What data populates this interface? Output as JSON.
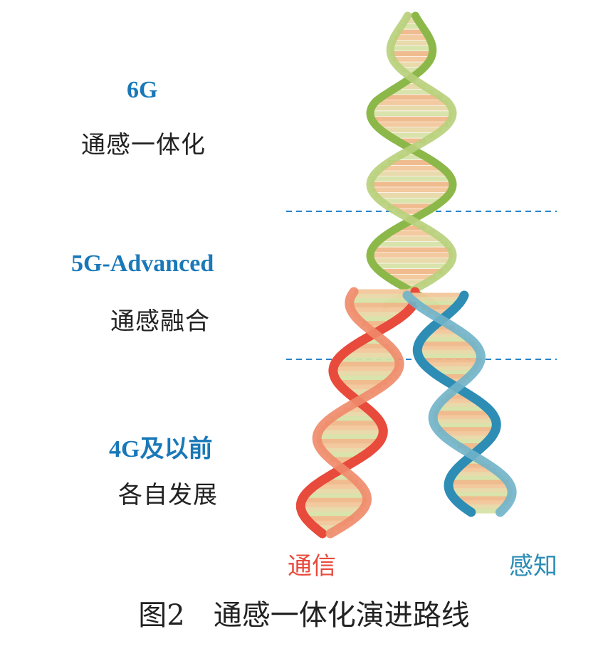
{
  "stages": {
    "g6": {
      "title": "6G",
      "subtitle": "通感一体化"
    },
    "g5a": {
      "title": "5G-Advanced",
      "subtitle": "通感融合"
    },
    "g4": {
      "title": "4G及以前",
      "subtitle": "各自发展"
    }
  },
  "strands": {
    "communication": {
      "label": "通信",
      "color": "#e84a3c"
    },
    "sensing": {
      "label": "感知",
      "color": "#2d8db5"
    },
    "merged_color": "#8cb84a",
    "rung_colors": [
      "#f3c79a",
      "#e8d9a8",
      "#d8e2a8",
      "#f0b98a"
    ]
  },
  "caption": {
    "figure_no": "图2",
    "title": "通感一体化演进路线"
  },
  "divider_color": "#2a84c6"
}
